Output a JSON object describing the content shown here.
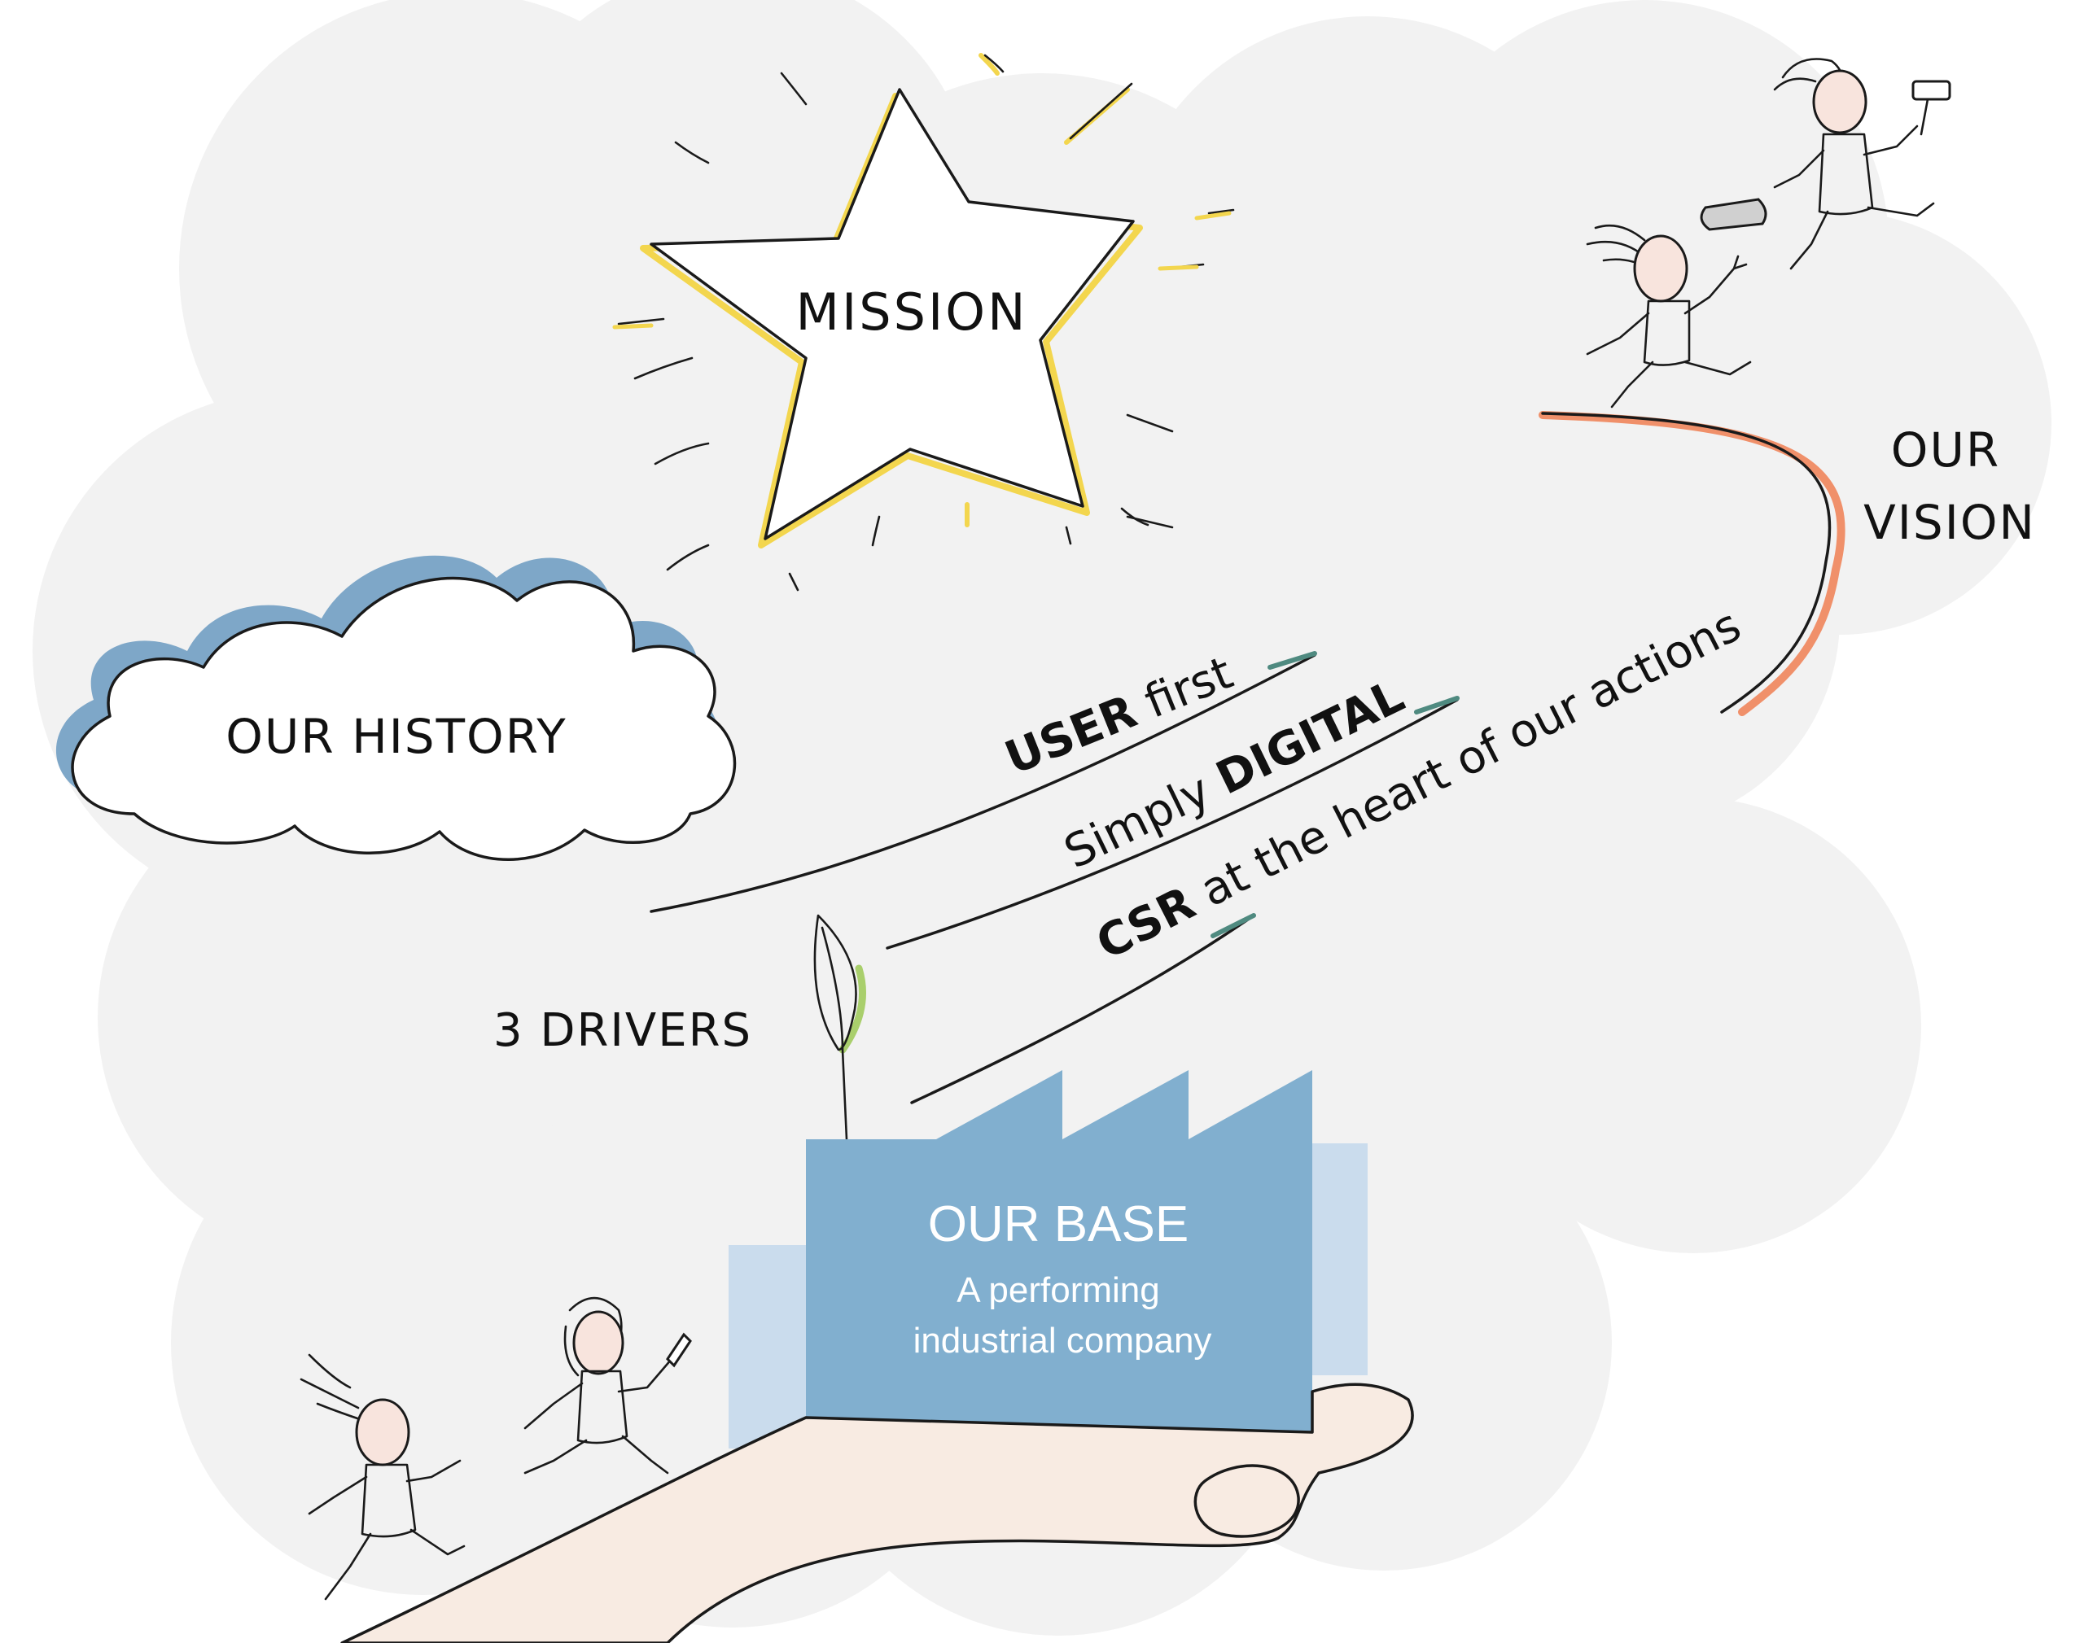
{
  "labels": {
    "mission": "MISSION",
    "history": "OUR HISTORY",
    "vision_line1": "OUR",
    "vision_line2": "VISION",
    "drivers": "3 DRIVERS",
    "base_title": "OUR BASE",
    "base_sub1": "A performing",
    "base_sub2": "industrial company"
  },
  "drivers": [
    {
      "bold": "USER",
      "rest": " first"
    },
    {
      "pre": "Simply ",
      "bold": "DIGITAL"
    },
    {
      "bold": "CSR",
      "rest": " at the heart of our actions"
    }
  ],
  "colors": {
    "background_cloud": "#f2f2f2",
    "history_cloud_accent": "#7ea7c8",
    "star_glow": "#f3d64e",
    "vision_accent": "#f0906a",
    "factory_main": "#81afcf",
    "factory_back": "#cadced",
    "hand": "#f8ebe2",
    "driver_accent": "#4f8a80",
    "leaf_accent": "#a9cf6c",
    "ink": "#1a1a1a"
  },
  "icons": [
    "star-icon",
    "cloud-icon",
    "factory-icon",
    "hand-icon",
    "leaf-icon",
    "running-person-icon",
    "briefcase-icon",
    "hammer-icon",
    "pencil-icon"
  ]
}
